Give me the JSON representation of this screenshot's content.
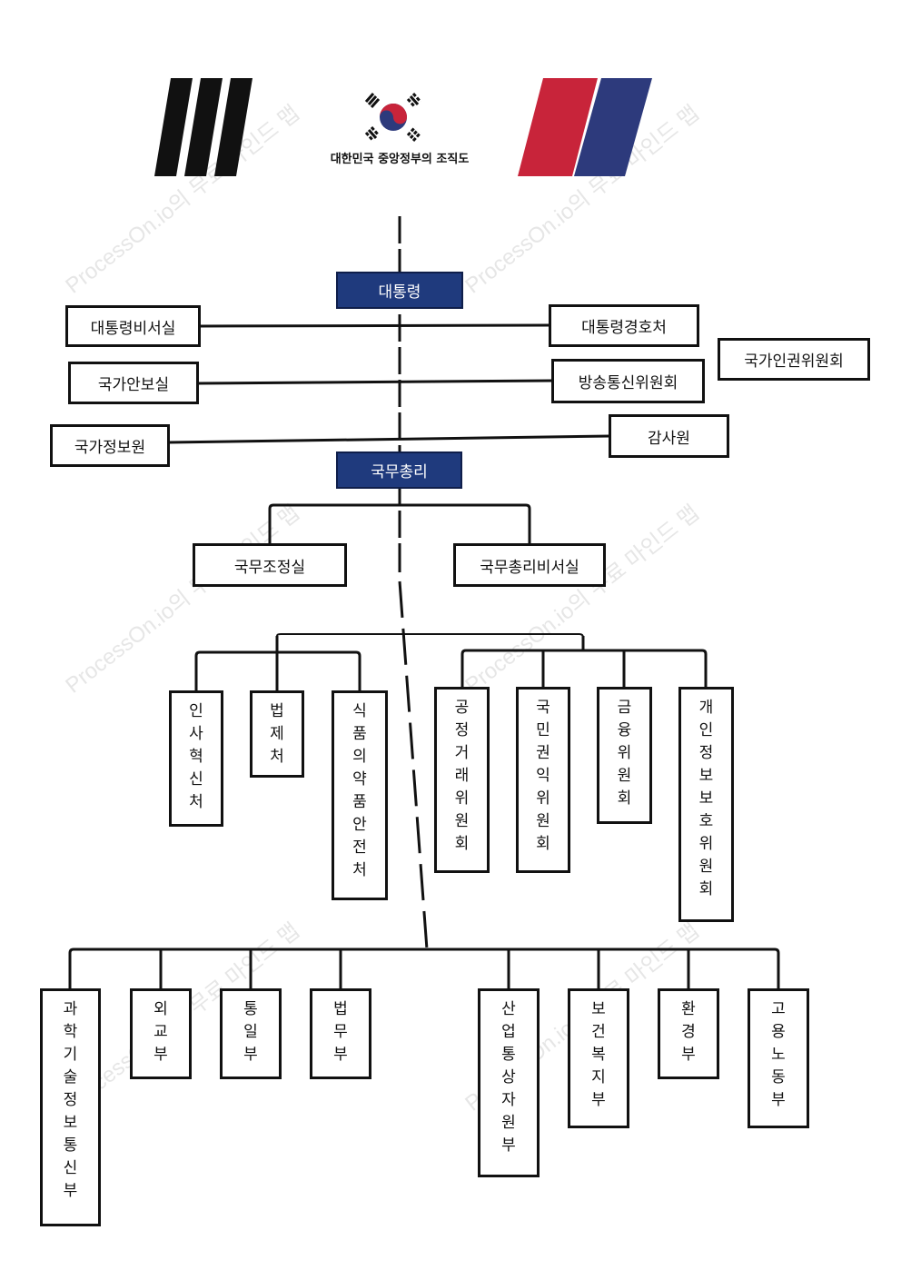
{
  "header": {
    "caption": "대한민국 중앙정부의 조직도"
  },
  "watermark": "ProcessOn.io의 무료 마인드 맵",
  "colors": {
    "highlight": "#1f3a7d",
    "flag_red": "#c8243a",
    "flag_blue": "#2d3a7c",
    "ink": "#111111"
  },
  "org": {
    "president": "대통령",
    "presidential_secretariat": "대통령비서실",
    "presidential_security_service": "대통령경호처",
    "national_human_rights_commission": "국가인권위원회",
    "national_security_office": "국가안보실",
    "broadcasting_commission": "방송통신위원회",
    "national_intelligence_service": "국가정보원",
    "board_of_audit": "감사원",
    "prime_minister": "국무총리",
    "office_for_government_policy": "국무조정실",
    "prime_minister_secretariat": "국무총리비서실",
    "pm_agencies": [
      "인사혁신처",
      "법제처",
      "식품의약품안전처"
    ],
    "pm_commissions": [
      "공정거래위원회",
      "국민권익위원회",
      "금융위원회",
      "개인정보보호위원회"
    ],
    "ministries_left": [
      "과학기술정보통신부",
      "외교부",
      "통일부",
      "법무부"
    ],
    "ministries_right": [
      "산업통상자원부",
      "보건복지부",
      "환경부",
      "고용노동부"
    ]
  }
}
